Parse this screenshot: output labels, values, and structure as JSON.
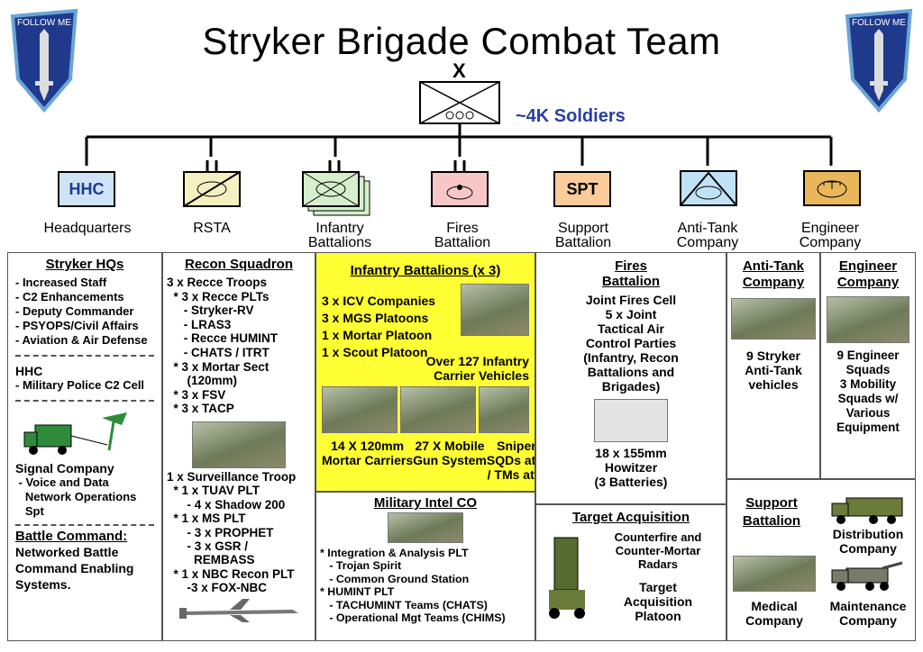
{
  "title": "Stryker Brigade Combat Team",
  "brigade_symbol": "X",
  "soldiers": "~4K Soldiers",
  "units": [
    {
      "abbr": "HHC",
      "label": "Headquarters"
    },
    {
      "abbr": "",
      "label": "RSTA"
    },
    {
      "abbr": "",
      "label": "Infantry\nBattalions"
    },
    {
      "abbr": "",
      "label": "Fires\nBattalion"
    },
    {
      "abbr": "SPT",
      "label": "Support\nBattalion"
    },
    {
      "abbr": "",
      "label": "Anti-Tank\nCompany"
    },
    {
      "abbr": "",
      "label": "Engineer\nCompany"
    }
  ],
  "hqs": {
    "head": "Stryker  HQs",
    "items": [
      "- Increased Staff",
      "- C2 Enhancements",
      "- Deputy Commander",
      "- PSYOPS/Civil Affairs",
      "- Aviation & Air Defense"
    ],
    "hhc": "HHC",
    "hhc_item": "- Military Police C2 Cell",
    "signal": "Signal Company",
    "signal_items": " - Voice and Data\n   Network Operations\n   Spt",
    "bc_head": "Battle Command:",
    "bc_text": "Networked Battle\nCommand Enabling\nSystems."
  },
  "recon": {
    "head": "Recon Squadron",
    "top": "3 x Recce Troops\n  * 3 x Recce PLTs\n     - Stryker-RV\n     - LRAS3\n     - Recce HUMINT\n     - CHATS / ITRT\n  * 3 x Mortar Sect\n      (120mm)\n  * 3 x FSV\n  * 3 x TACP",
    "bottom": "1 x Surveillance Troop\n  * 1 x TUAV PLT\n      - 4 x Shadow 200\n  * 1 x MS PLT\n      - 3 x PROPHET\n      - 3 x GSR /\n        REMBASS\n  * 1 x NBC Recon PLT\n      -3 x FOX-NBC"
  },
  "infantry": {
    "head": "Infantry Battalions (x 3)",
    "items": [
      "3 x ICV Companies",
      "3 x MGS Platoons",
      "1 x Mortar Platoon",
      "1 x Scout Platoon"
    ],
    "carrier": "Over 127 Infantry\nCarrier Vehicles",
    "c1": "14 X 120mm\nMortar Carriers",
    "c2": "27 X Mobile\nGun System",
    "c3": "Snipers:\nSQDs at BN\n/ TMs at CO"
  },
  "intel": {
    "head": "Military Intel CO",
    "text": "* Integration & Analysis PLT\n   - Trojan Spirit\n   - Common Ground Station\n* HUMINT PLT\n   - TACHUMINT Teams (CHATS)\n   - Operational Mgt Teams (CHIMS)"
  },
  "fires": {
    "head": "Fires\nBattalion",
    "text": "Joint Fires Cell\n5 x Joint\nTactical Air\nControl Parties\n(Infantry, Recon\nBattalions and\nBrigades)",
    "how": "18 x 155mm\nHowitzer\n(3 Batteries)"
  },
  "target": {
    "head": "Target Acquisition",
    "t1": "Counterfire and\nCounter-Mortar\nRadars",
    "t2": "Target\nAcquisition\nPlatoon"
  },
  "at": {
    "head": "Anti-Tank\nCompany",
    "text": "9 Stryker\nAnti-Tank\nvehicles"
  },
  "eng": {
    "head": "Engineer\nCompany",
    "text": "9 Engineer\nSquads\n3 Mobility\nSquads w/\nVarious\nEquipment"
  },
  "spt": {
    "head": "Support\nBattalion",
    "dist": "Distribution\nCompany",
    "med": "Medical\nCompany",
    "maint": "Maintenance\nCompany"
  },
  "badge": "FOLLOW ME",
  "colors": {
    "hhc": "#cfe3f7",
    "rsta": "#f5f0c0",
    "inf": "#d5efcc",
    "fires": "#f9c6c6",
    "spt": "#fbcc9a",
    "at": "#bfe2f7",
    "eng": "#e9b65a",
    "yellow": "#ffff33",
    "accent": "#2a3f9f"
  }
}
